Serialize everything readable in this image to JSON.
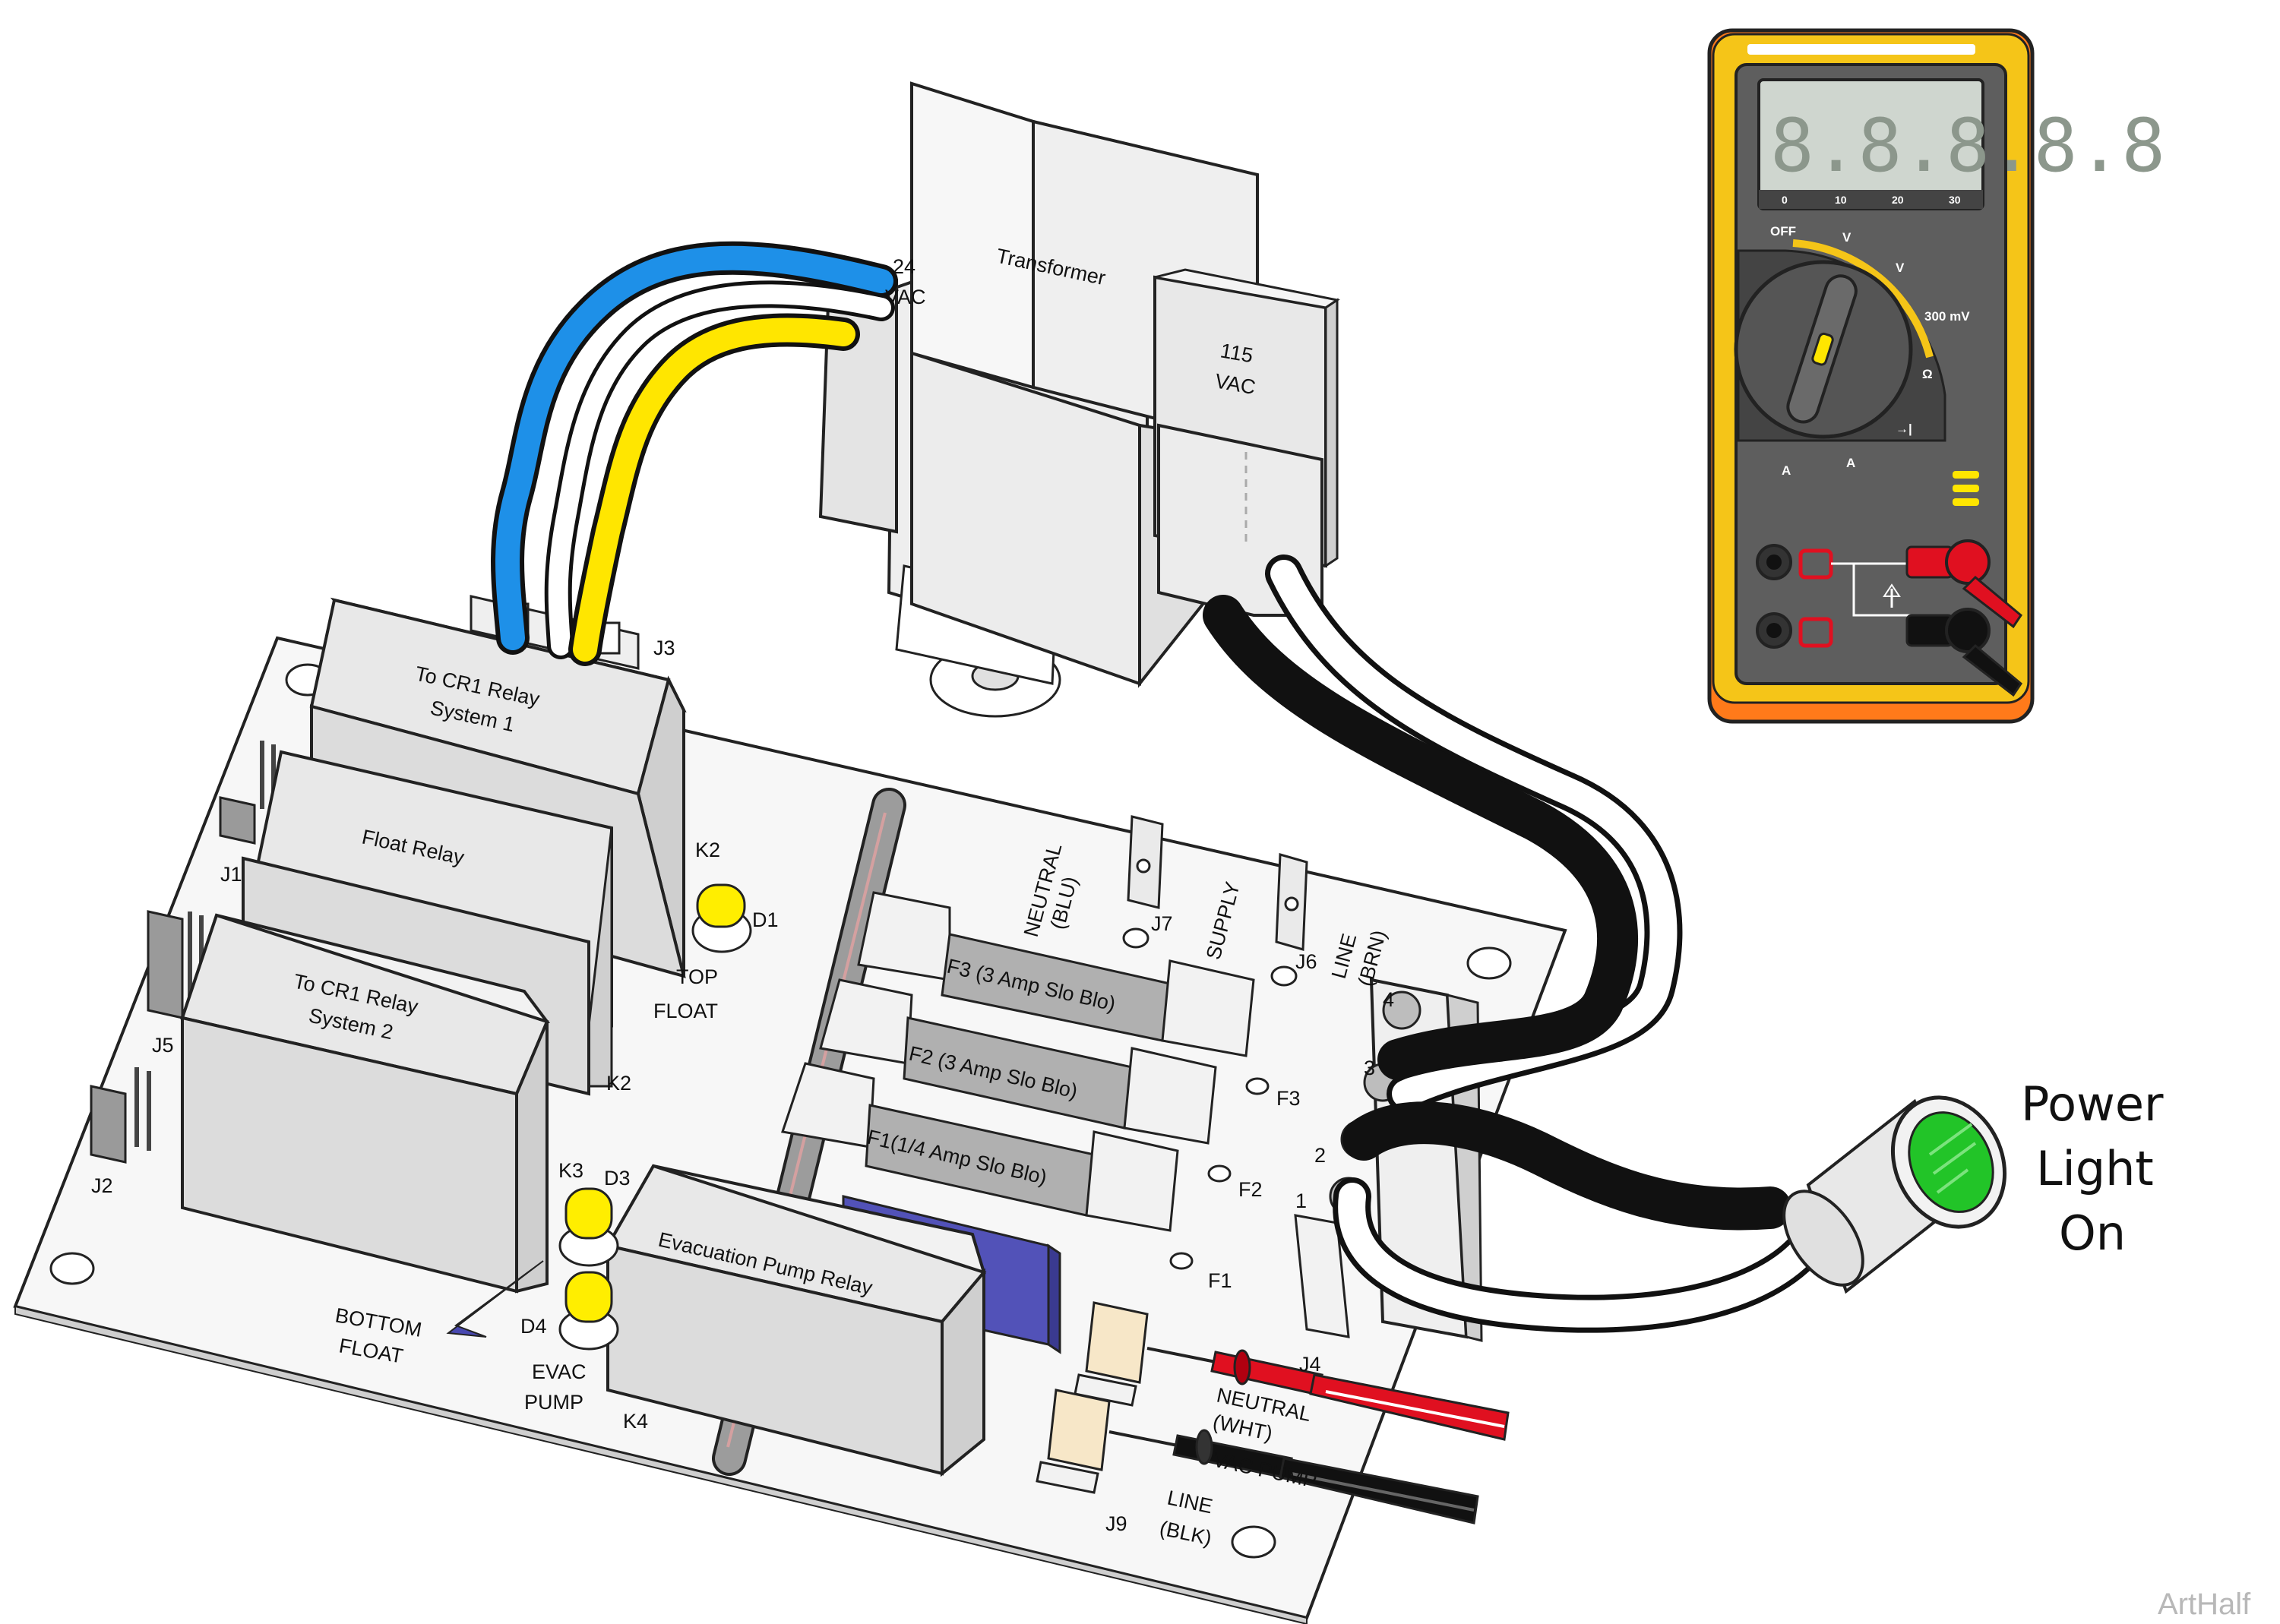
{
  "transformer": {
    "title": "Transformer",
    "secondary": [
      "24",
      "VAC"
    ],
    "primary": [
      "115",
      "VAC"
    ]
  },
  "relays": {
    "cr1_system1": [
      "To CR1 Relay",
      "System 1"
    ],
    "float": "Float Relay",
    "cr1_system2": [
      "To CR1 Relay",
      "System 2"
    ],
    "evac_pump": "Evacuation Pump  Relay"
  },
  "designators": {
    "j1": "J1",
    "j2": "J2",
    "j3": "J3",
    "j4": "J4",
    "j5": "J5",
    "j6": "J6",
    "j7": "J7",
    "j9": "J9",
    "k2_top": "K2",
    "k2_bottom": "K2",
    "k3": "K3",
    "k4": "K4",
    "d1": "D1",
    "d3": "D3",
    "d4": "D4",
    "f1": "F1",
    "f2": "F2",
    "f3": "F3"
  },
  "fuses": {
    "f3": "F3 (3 Amp Slo Blo)",
    "f2": "F2 (3 Amp Slo Blo)",
    "f1": "F1(1/4 Amp Slo Blo)"
  },
  "indicators": {
    "top_float": [
      "TOP",
      "FLOAT"
    ],
    "bottom_float": [
      "BOTTOM",
      "FLOAT"
    ],
    "evac_pump": [
      "EVAC",
      "PUMP"
    ]
  },
  "terminals": {
    "neutral_blu": [
      "NEUTRAL",
      "(BLU)"
    ],
    "supply": "SUPPLY",
    "line_brn": [
      "LINE",
      "(BRN)"
    ],
    "neutral_wht": [
      "NEUTRAL",
      "(WHT)"
    ],
    "vac_pump": "VAC PUMP",
    "line_blk": [
      "LINE",
      "(BLK)"
    ],
    "pins": [
      "1",
      "2",
      "3",
      "4"
    ]
  },
  "power_light": [
    "Power",
    "Light",
    "On"
  ],
  "multimeter": {
    "display": "8.8.8.8.8",
    "scale": [
      "0",
      "10",
      "20",
      "30"
    ],
    "dial": {
      "off": "OFF",
      "v_ac": "V",
      "v_dc": "V",
      "mv": "300 mV",
      "ohm": "Ω",
      "diode": "→|",
      "a_ac": "A",
      "a_dc": "A"
    }
  },
  "watermark": "ArtHalf",
  "colors": {
    "blue_wire": "#1e90e8",
    "yellow_wire": "#ffe600",
    "meter_case": "#f5c518",
    "meter_body": "#5e5e5e",
    "indicator_led": "#ffee00",
    "power_led": "#22c428",
    "pump_block": "#5252b8",
    "red_lead": "#e01020"
  }
}
